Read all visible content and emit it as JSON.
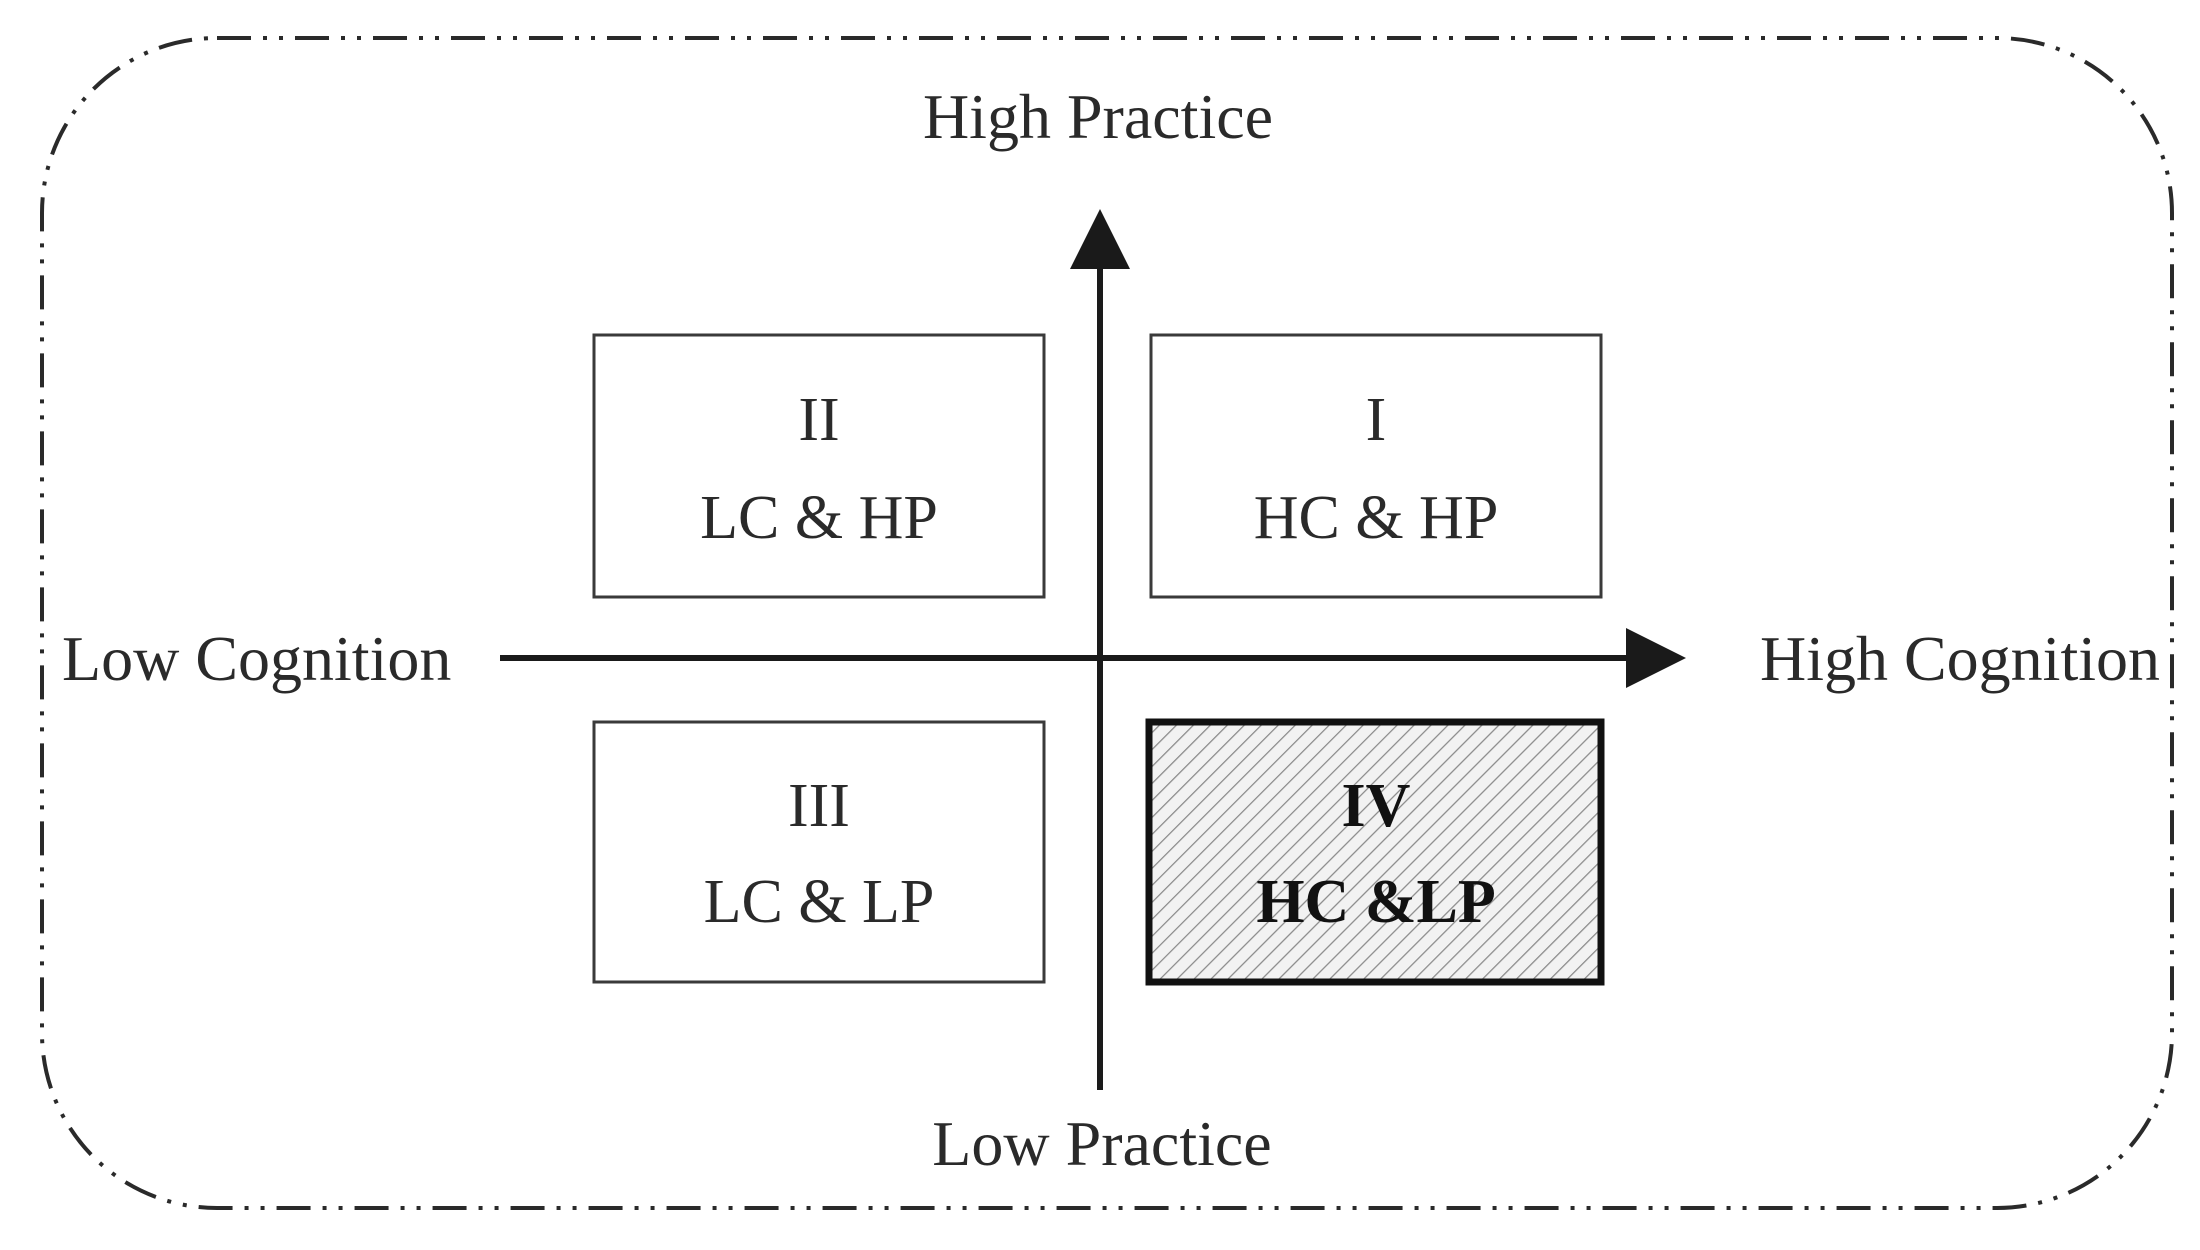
{
  "axes": {
    "top_label": "High Practice",
    "bottom_label": "Low Practice",
    "left_label": "Low Cognition",
    "right_label": "High Cognition"
  },
  "quadrants": [
    {
      "numeral": "II",
      "label": "LC & HP",
      "highlighted": false
    },
    {
      "numeral": "I",
      "label": "HC & HP",
      "highlighted": false
    },
    {
      "numeral": "III",
      "label": "LC & LP",
      "highlighted": false
    },
    {
      "numeral": "IV",
      "label": "HC &LP",
      "highlighted": true
    }
  ],
  "colors": {
    "line": "#1a1a1a",
    "box_border": "#3a3a3a",
    "hatch": "#8a8a8a",
    "highlight_fill": "#eeeeee"
  }
}
